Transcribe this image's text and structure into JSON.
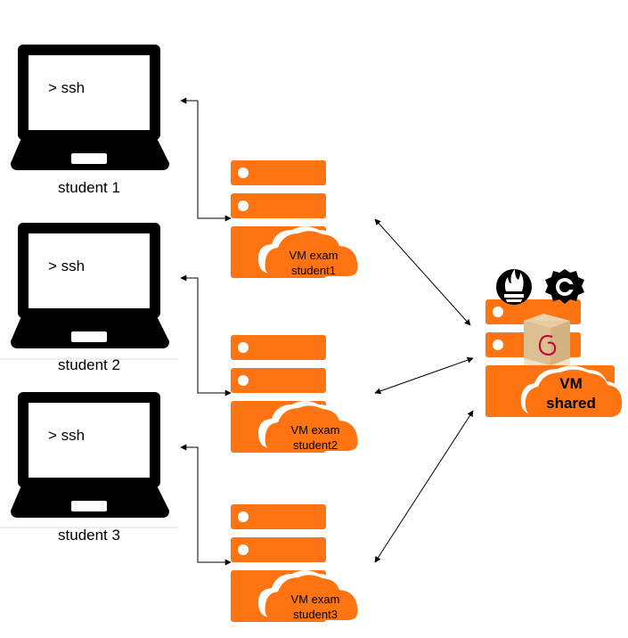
{
  "laptops": [
    {
      "prompt": "> ssh",
      "label": "student 1"
    },
    {
      "prompt": "> ssh",
      "label": "student 2"
    },
    {
      "prompt": "> ssh",
      "label": "student 3"
    }
  ],
  "servers": [
    {
      "line1": "VM exam",
      "line2": "student1"
    },
    {
      "line1": "VM exam",
      "line2": "student2"
    },
    {
      "line1": "VM exam",
      "line2": "student3"
    }
  ],
  "shared_vm": {
    "line1": "VM",
    "line2": "shared",
    "badges": [
      "prometheus-icon",
      "grafana-icon",
      "debian-package-icon"
    ]
  },
  "colors": {
    "orange": "#ff7412",
    "black": "#000000",
    "white": "#ffffff",
    "package": "#d9b88a"
  }
}
